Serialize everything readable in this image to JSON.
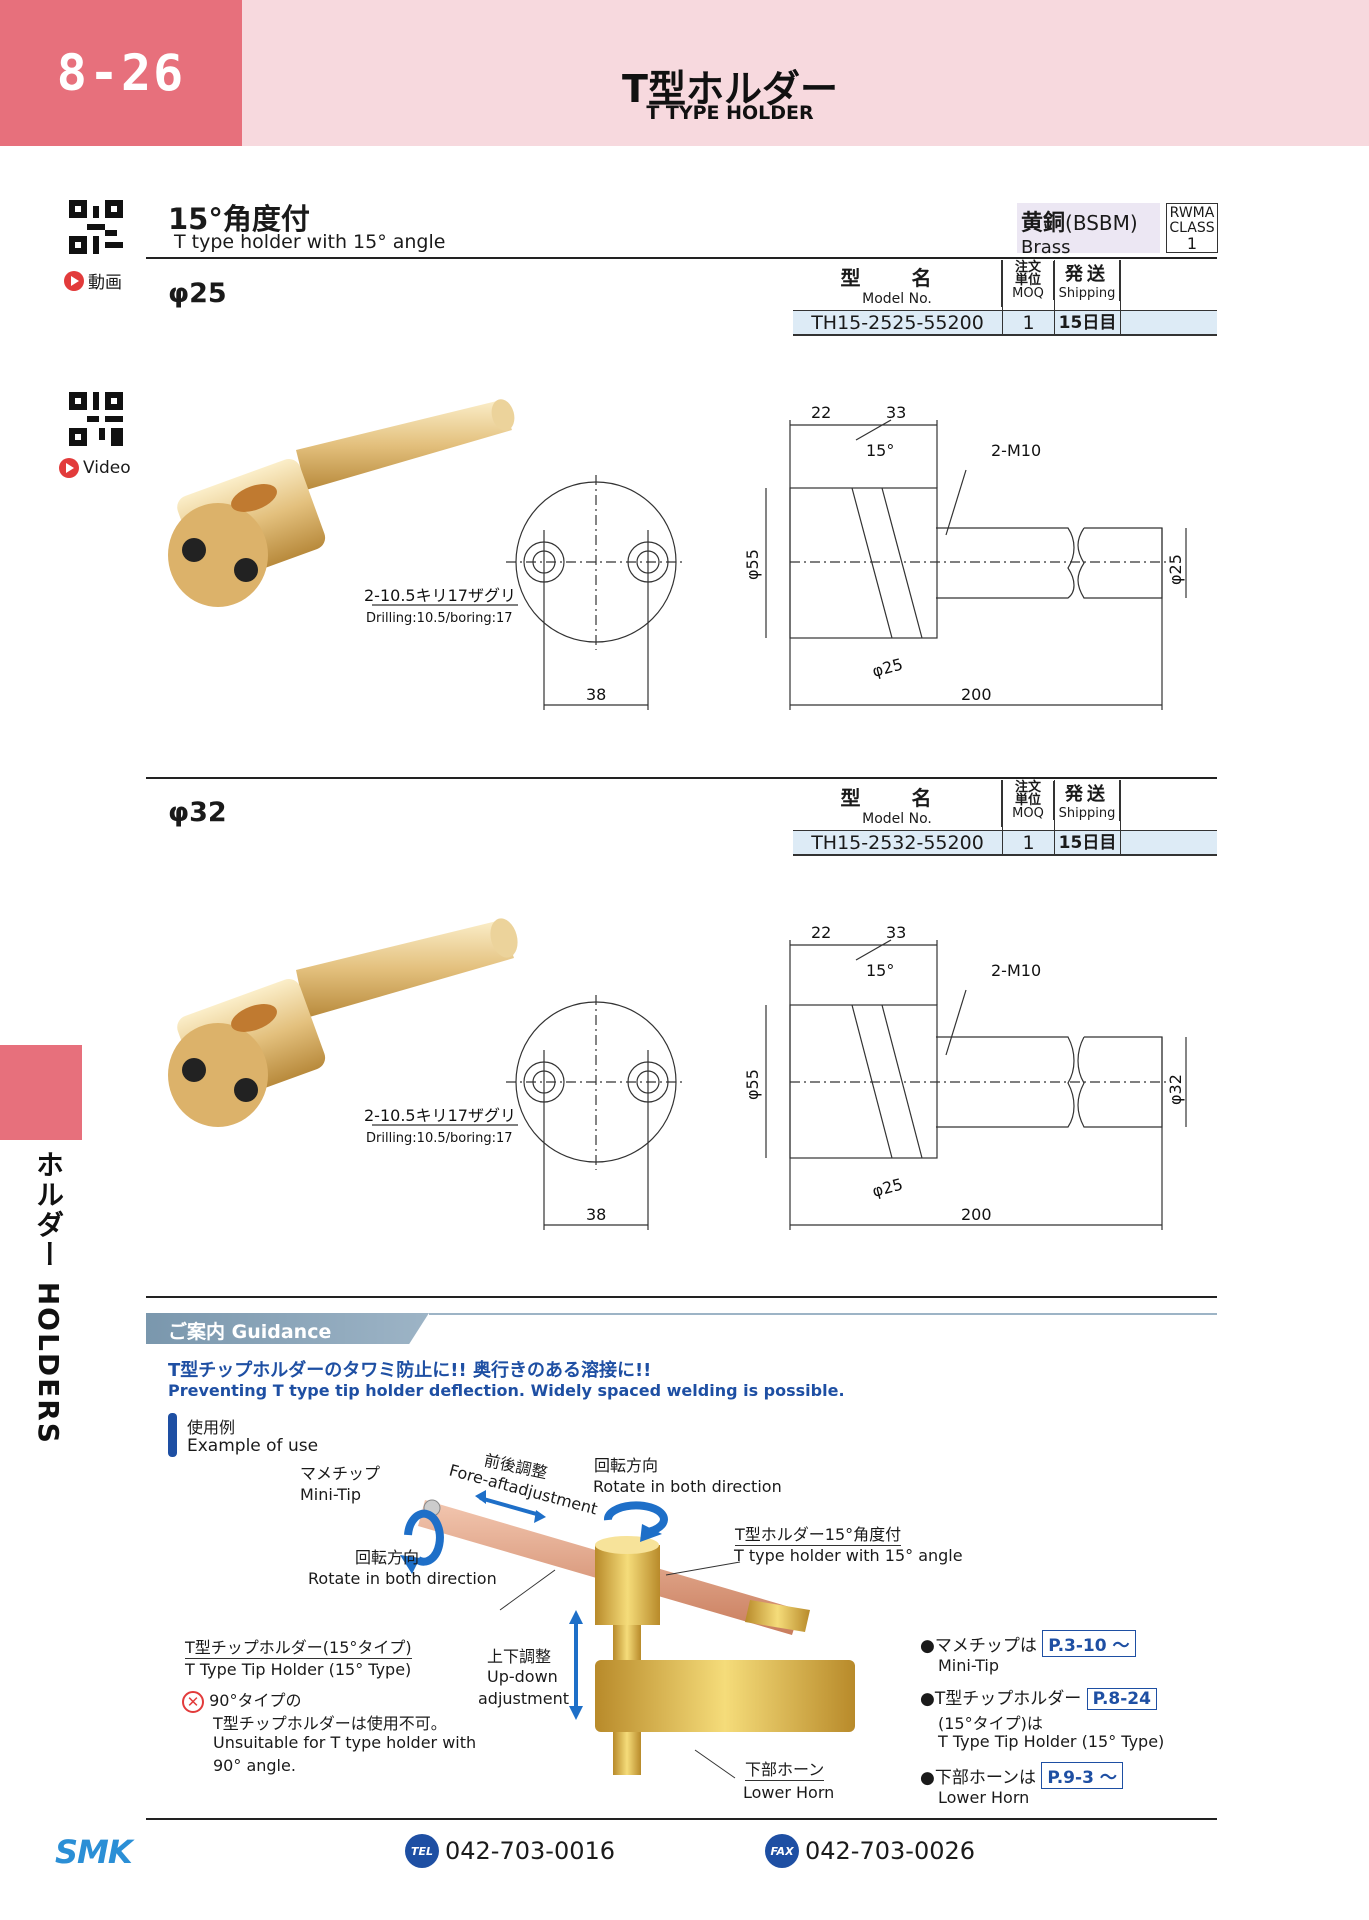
{
  "header": {
    "page_number": "8-26",
    "title_jp": "T型ホルダー",
    "title_en": "T TYPE HOLDER"
  },
  "side_tab": {
    "label": "ホルダー HOLDERS"
  },
  "media": {
    "video_jp": "動画",
    "video_en": "Video"
  },
  "section": {
    "title_jp": "15°角度付",
    "title_en": "T type holder with 15° angle",
    "material_jp": "黄銅",
    "material_code": "(BSBM)",
    "material_en": "Brass",
    "rwma_label": "RWMA CLASS",
    "rwma_value": "1"
  },
  "table_header": {
    "model_jp": "型 名",
    "model_en": "Model No.",
    "moq_jp": "注文単位",
    "moq_en": "MOQ",
    "ship_jp": "発送",
    "ship_en": "Shipping"
  },
  "products": [
    {
      "diameter": "φ25",
      "model": "TH15-2525-55200",
      "moq": "1",
      "shipping": "15日目",
      "dims": {
        "d1": "22",
        "d2": "33",
        "angle": "15°",
        "thread": "2-M10",
        "body_dia": "φ55",
        "shank_dia": "φ25",
        "bore_dia": "φ25",
        "length": "200",
        "pitch": "38"
      },
      "drill_jp": "2-10.5キリ17ザグリ",
      "drill_en": "Drilling:10.5/boring:17"
    },
    {
      "diameter": "φ32",
      "model": "TH15-2532-55200",
      "moq": "1",
      "shipping": "15日目",
      "dims": {
        "d1": "22",
        "d2": "33",
        "angle": "15°",
        "thread": "2-M10",
        "body_dia": "φ55",
        "shank_dia": "φ32",
        "bore_dia": "φ25",
        "length": "200",
        "pitch": "38"
      },
      "drill_jp": "2-10.5キリ17ザグリ",
      "drill_en": "Drilling:10.5/boring:17"
    }
  ],
  "guidance": {
    "band": "ご案内 Guidance",
    "headline_jp": "T型チップホルダーのタワミ防止に!! 奥行きのある溶接に!!",
    "headline_en": "Preventing T type tip holder deflection. Widely spaced welding is possible.",
    "example_jp": "使用例",
    "example_en": "Example of use",
    "labels": {
      "minitip_jp": "マメチップ",
      "minitip_en": "Mini-Tip",
      "fore_jp": "前後調整",
      "fore_en": "Fore-aftadjustment",
      "rot1_jp": "回転方向",
      "rot1_en": "Rotate in both direction",
      "rot2_jp": "回転方向",
      "rot2_en": "Rotate in both direction",
      "holder_jp": "T型ホルダー15°角度付",
      "holder_en": "T type holder with 15° angle",
      "tipholder_jp": "T型チップホルダー(15°タイプ)",
      "tipholder_en": "T Type Tip Holder (15° Type)",
      "updown_jp": "上下調整",
      "updown_en1": "Up-down",
      "updown_en2": "adjustment",
      "warn_jp1": "90°タイプの",
      "warn_jp2": "T型チップホルダーは使用不可。",
      "warn_en1": "Unsuitable for T type holder with",
      "warn_en2": "90° angle.",
      "lower_jp": "下部ホーン",
      "lower_en": "Lower Horn"
    },
    "refs": [
      {
        "jp": "●マメチップは",
        "page": "P.3-10 〜",
        "en": "Mini-Tip"
      },
      {
        "jp": "●T型チップホルダー",
        "page": "P.8-24",
        "jp2": "(15°タイプ)は",
        "en": "T Type Tip Holder (15° Type)"
      },
      {
        "jp": "●下部ホーンは",
        "page": "P.9-3 〜",
        "en": "Lower Horn"
      }
    ]
  },
  "footer": {
    "logo": "SMK",
    "tel_icon": "TEL",
    "tel": "042-703-0016",
    "fax_icon": "FAX",
    "fax": "042-703-0026"
  },
  "colors": {
    "accent": "#e7707c",
    "header_bg": "#f7d9de",
    "blue": "#1e4fa3",
    "table_row": "#ddebf6"
  }
}
